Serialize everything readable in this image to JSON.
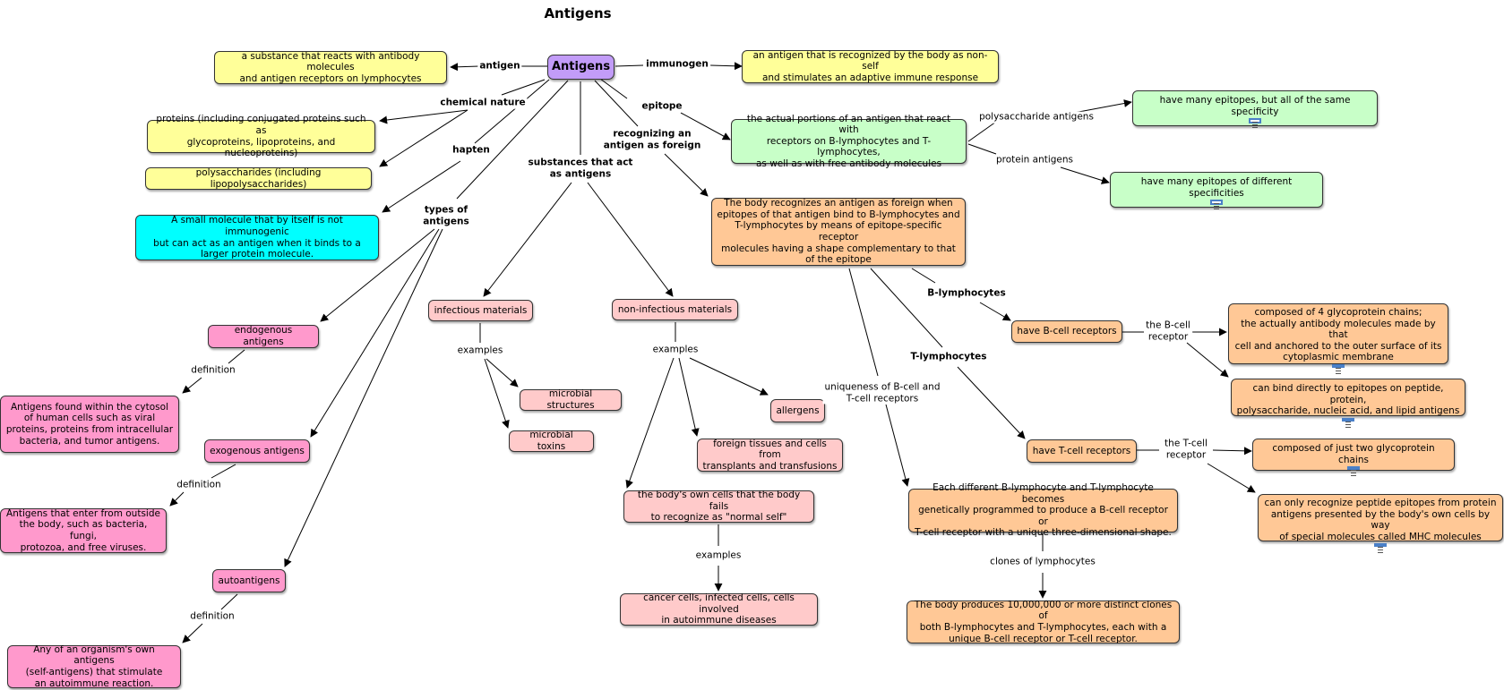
{
  "title": "Antigens",
  "colors": {
    "root": "#c29cf8",
    "yellow": "#ffff99",
    "cyan": "#00ffff",
    "green": "#c8ffc8",
    "orange": "#ffc896",
    "pink": "#ffcaca",
    "magenta": "#ff99cc"
  },
  "nodes": {
    "root": "Antigens",
    "substance": "a substance that reacts with antibody molecules\nand antigen receptors on lymphocytes",
    "immunogen_def": "an antigen that is recognized by the body as non-self\nand stimulates an adaptive immune response",
    "proteins": "proteins (including conjugated proteins such as\nglycoproteins, lipoproteins, and nucleoproteins)",
    "polysaccharides": "polysaccharides (including lipopolysaccharides)",
    "hapten_def": "A small molecule that by itself is not immunogenic\nbut can act as an antigen when it binds to a\nlarger protein molecule.",
    "epitope_def": "the actual portions of an antigen that react with\nreceptors on B-lymphocytes and T-lymphocytes,\nas well as with free antibody molecules",
    "same_spec": "have many epitopes, but all of the same specificity",
    "diff_spec": "have many epitopes of different specificities",
    "recognizes": "The body recognizes an antigen as foreign when\nepitopes of that antigen bind to B-lymphocytes and\nT-lymphocytes by means of epitope-specific receptor\nmolecules having a shape complementary to that\nof the epitope",
    "bcell_rec": "have B-cell receptors",
    "bcell_comp": "composed of 4 glycoprotein chains;\nthe actually antibody molecules made by that\ncell and anchored to the outer surface of its\ncytoplasmic membrane",
    "bcell_bind": "can bind directly to epitopes on peptide, protein,\npolysaccharide, nucleic acid, and lipid antigens",
    "tcell_rec": "have T-cell receptors",
    "tcell_comp": "composed of just two glycoprotein chains",
    "tcell_pep": "can only recognize peptide epitopes from protein\nantigens presented by the body's own cells by way\nof special molecules called MHC molecules",
    "each_diff": "Each different B-lymphocyte and T-lymphocyte becomes\ngenetically programmed to produce a B-cell receptor or\nT-cell receptor with a unique three-dimensional shape.",
    "clones": "The body produces 10,000,000 or more distinct clones of\nboth B-lymphocytes and T-lymphocytes, each with a\nunique B-cell receptor or T-cell receptor.",
    "infectious": "infectious materials",
    "noninfectious": "non-infectious materials",
    "microbial_struct": "microbial structures",
    "microbial_tox": "microbial toxins",
    "allergens": "allergens",
    "foreign_tissues": "foreign tissues and cells from\ntransplants and transfusions",
    "own_cells": "the body's own cells that the body fails\nto recognize as \"normal self\"",
    "cancer": "cancer cells, infected cells, cells involved\nin autoimmune diseases",
    "endogenous": "endogenous antigens",
    "endogenous_def": "Antigens found within the cytosol\nof human cells such as viral\nproteins,  proteins from intracellular\nbacteria, and tumor antigens.",
    "exogenous": "exogenous antigens",
    "exogenous_def": "Antigens that enter from outside\nthe body, such as bacteria, fungi,\nprotozoa, and free viruses.",
    "autoantigens": "autoantigens",
    "autoantigens_def": "Any of an organism's own antigens\n(self-antigens) that stimulate\nan autoimmune reaction."
  },
  "labels": {
    "antigen": "antigen",
    "immunogen": "immunogen",
    "chemical_nature": "chemical nature",
    "hapten": "hapten",
    "epitope": "epitope",
    "recognizing": "recognizing an\nantigen as foreign",
    "substances": "substances that act\nas antigens",
    "types": "types of\nantigens",
    "polysaccharide_antigens": "polysaccharide antigens",
    "protein_antigens": "protein antigens",
    "b_lymphocytes": "B-lymphocytes",
    "t_lymphocytes": "T-lymphocytes",
    "the_bcell_receptor": "the B-cell\nreceptor",
    "the_tcell_receptor": "the T-cell\nreceptor",
    "uniqueness": "uniqueness of B-cell and\nT-cell receptors",
    "clones_of": "clones of lymphocytes",
    "examples_infectious": "examples",
    "examples_noninfectious": "examples",
    "examples_own": "examples",
    "definition_endo": "definition",
    "definition_exo": "definition",
    "definition_auto": "definition"
  },
  "icons": {
    "resource_icon": "document-icon"
  }
}
